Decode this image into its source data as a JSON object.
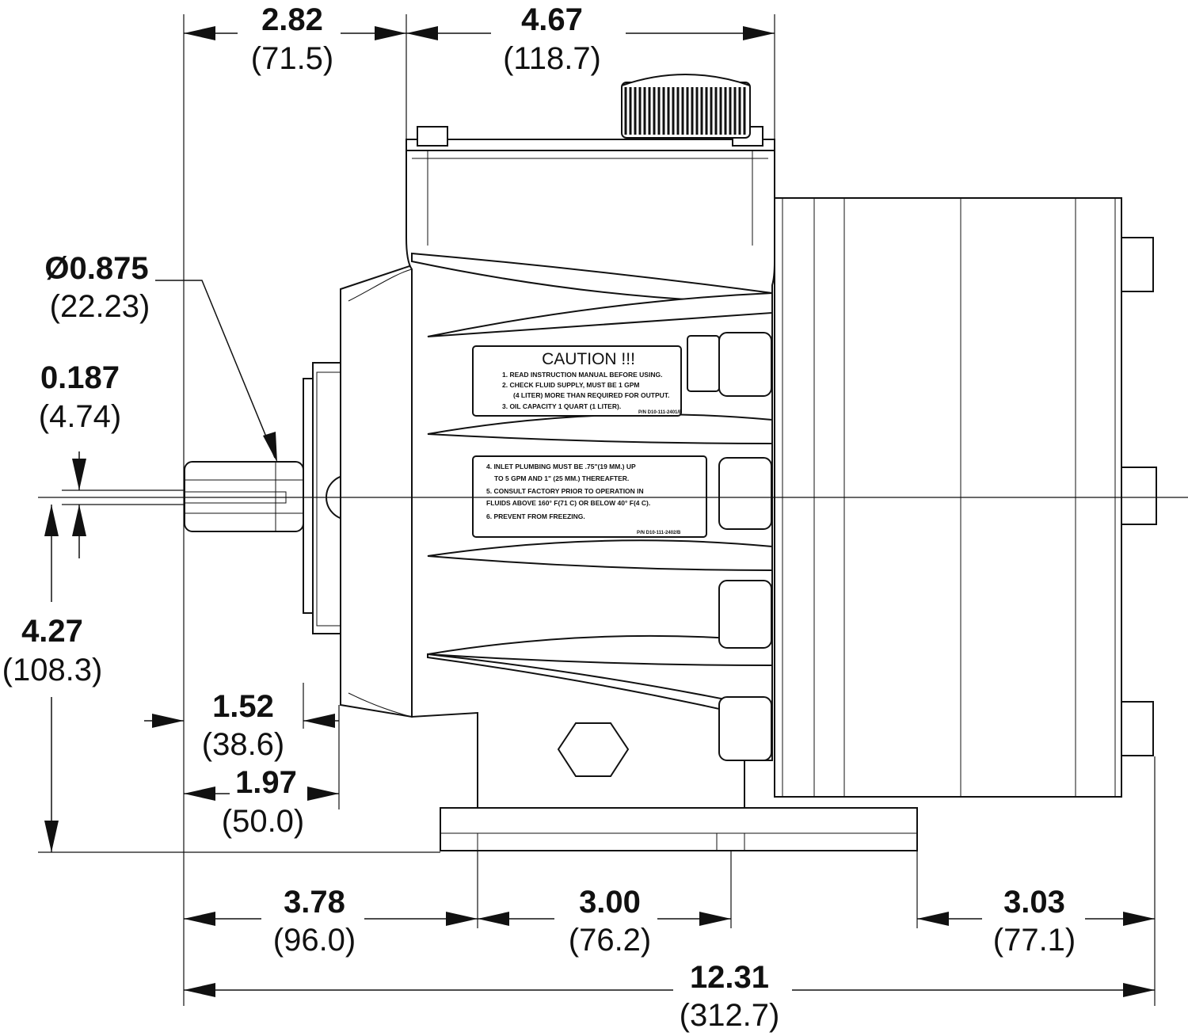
{
  "dimensions": {
    "top_shaft_to_body": {
      "inch": "2.82",
      "mm": "(71.5)"
    },
    "top_body_width": {
      "inch": "4.67",
      "mm": "(118.7)"
    },
    "shaft_diameter": {
      "inch": "Ø0.875",
      "mm": "(22.23)"
    },
    "key_width": {
      "inch": "0.187",
      "mm": "(4.74)"
    },
    "shaft_height": {
      "inch": "4.27",
      "mm": "(108.3)"
    },
    "shaft_length": {
      "inch": "1.52",
      "mm": "(38.6)"
    },
    "shaft_to_flange": {
      "inch": "1.97",
      "mm": "(50.0)"
    },
    "shaft_to_base": {
      "inch": "3.78",
      "mm": "(96.0)"
    },
    "base_slots": {
      "inch": "3.00",
      "mm": "(76.2)"
    },
    "base_to_end": {
      "inch": "3.03",
      "mm": "(77.1)"
    },
    "overall_length": {
      "inch": "12.31",
      "mm": "(312.7)"
    }
  },
  "labels": {
    "caution": {
      "title": "CAUTION !!!",
      "lines": [
        "1. READ INSTRUCTION MANUAL BEFORE USING.",
        "2. CHECK FLUID SUPPLY, MUST BE 1 GPM",
        "(4 LITER) MORE THAN REQUIRED FOR OUTPUT.",
        "3. OIL CAPACITY 1 QUART (1 LITER)."
      ],
      "part_number": "P/N D10-111-2401/B"
    },
    "notice": {
      "lines": [
        "4. INLET PLUMBING MUST BE .75\"(19 MM.) UP",
        "TO 5 GPM AND 1\" (25 MM.) THEREAFTER.",
        "5. CONSULT FACTORY PRIOR TO OPERATION IN",
        "FLUIDS ABOVE 160° F(71 C) OR BELOW 40° F(4 C).",
        "6. PREVENT FROM FREEZING."
      ],
      "part_number": "P/N D10-111-2402/B"
    }
  }
}
